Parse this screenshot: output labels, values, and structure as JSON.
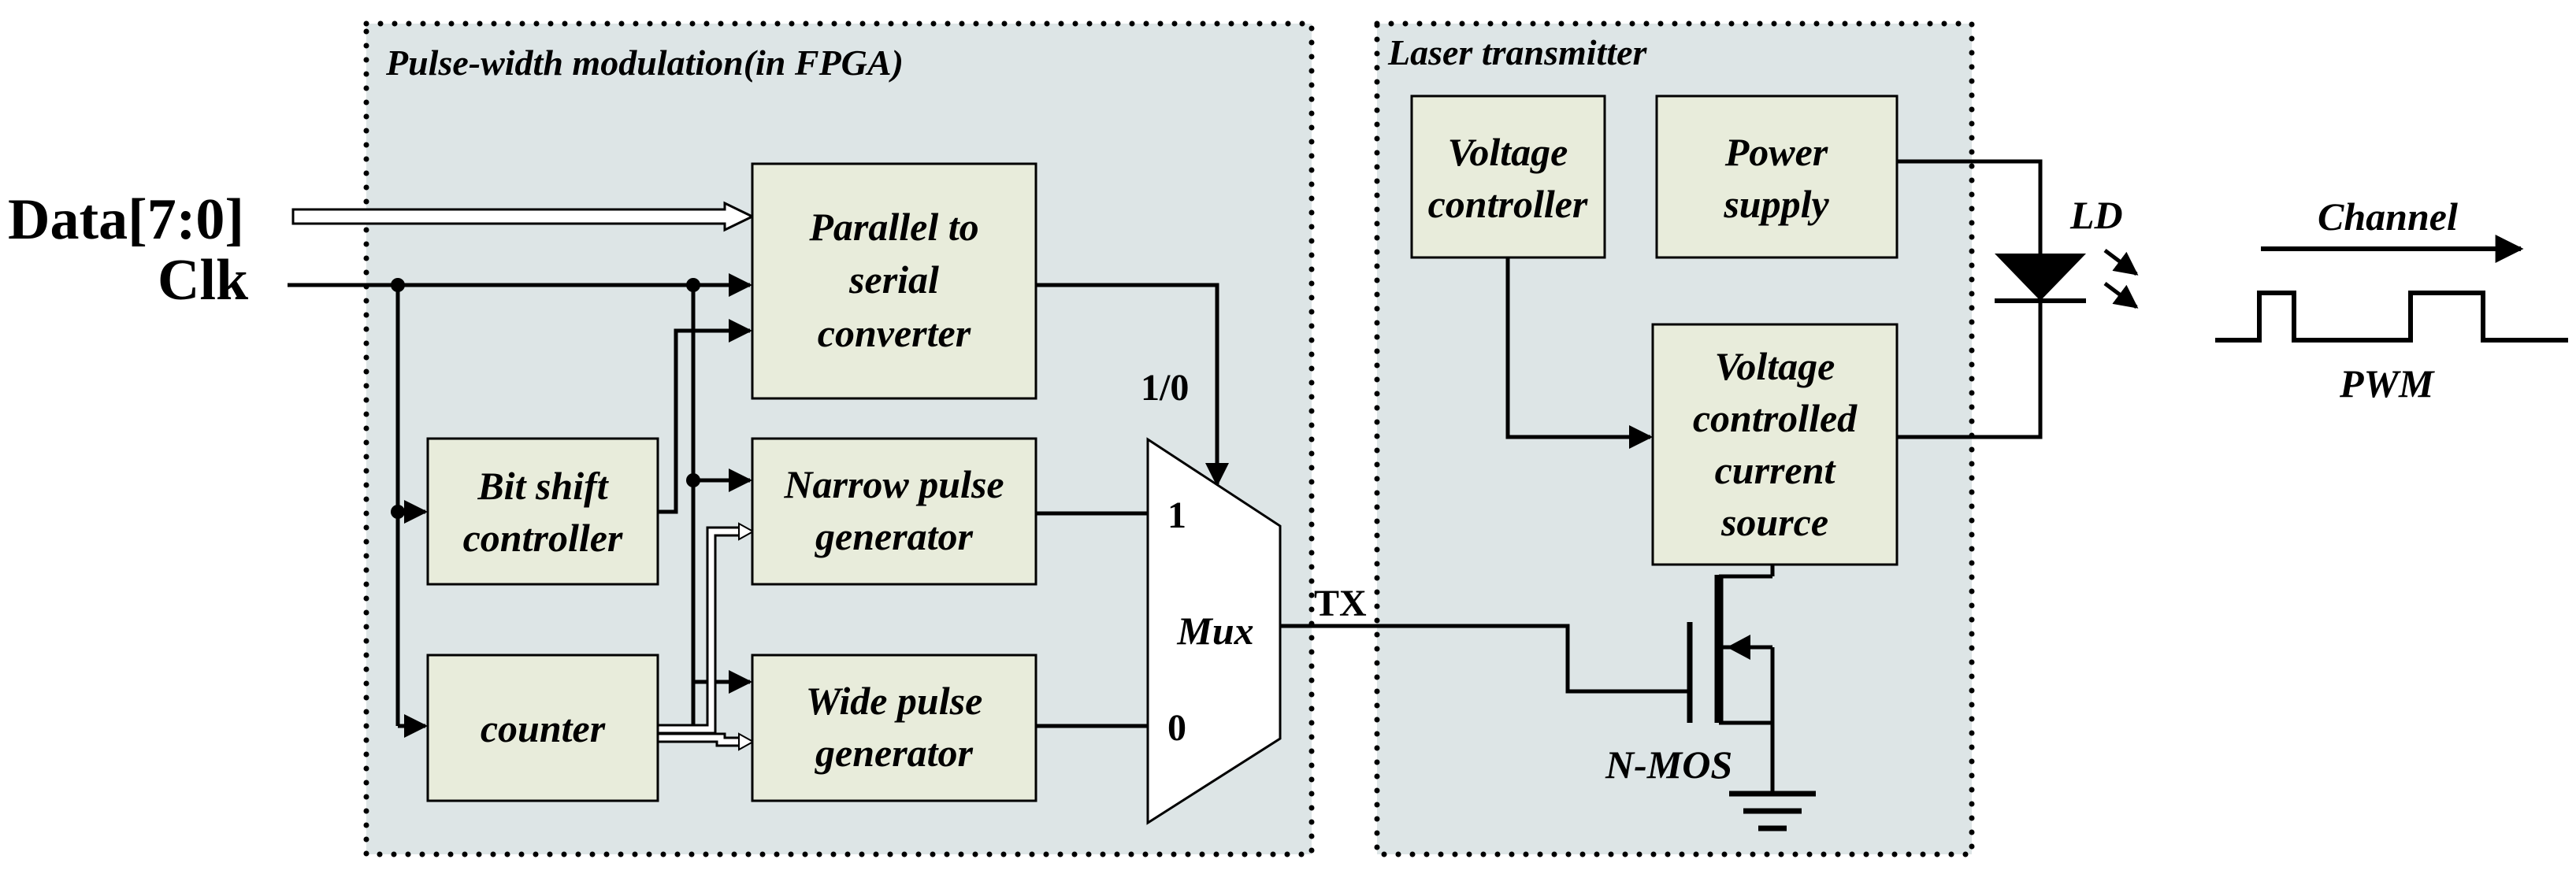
{
  "inputs": {
    "data": "Data[7:0]",
    "clk": "Clk"
  },
  "fpga": {
    "title": "Pulse-width modulation(in FPGA)",
    "p2s": [
      "Parallel to",
      "serial",
      "converter"
    ],
    "bitshift": [
      "Bit shift",
      "controller"
    ],
    "counter": [
      "counter"
    ],
    "narrow": [
      "Narrow pulse",
      "generator"
    ],
    "wide": [
      "Wide pulse",
      "generator"
    ],
    "mux": "Mux",
    "mux_in1": "1",
    "mux_in0": "0",
    "select": "1/0"
  },
  "laser": {
    "title": "Laser transmitter",
    "vctrl": [
      "Voltage",
      "controller"
    ],
    "psu": [
      "Power",
      "supply"
    ],
    "vccs": [
      "Voltage",
      "controlled",
      "current",
      "source"
    ],
    "ld": "LD",
    "nmos": "N-MOS"
  },
  "tx": "TX",
  "channel": {
    "label": "Channel",
    "waveform": "PWM"
  }
}
